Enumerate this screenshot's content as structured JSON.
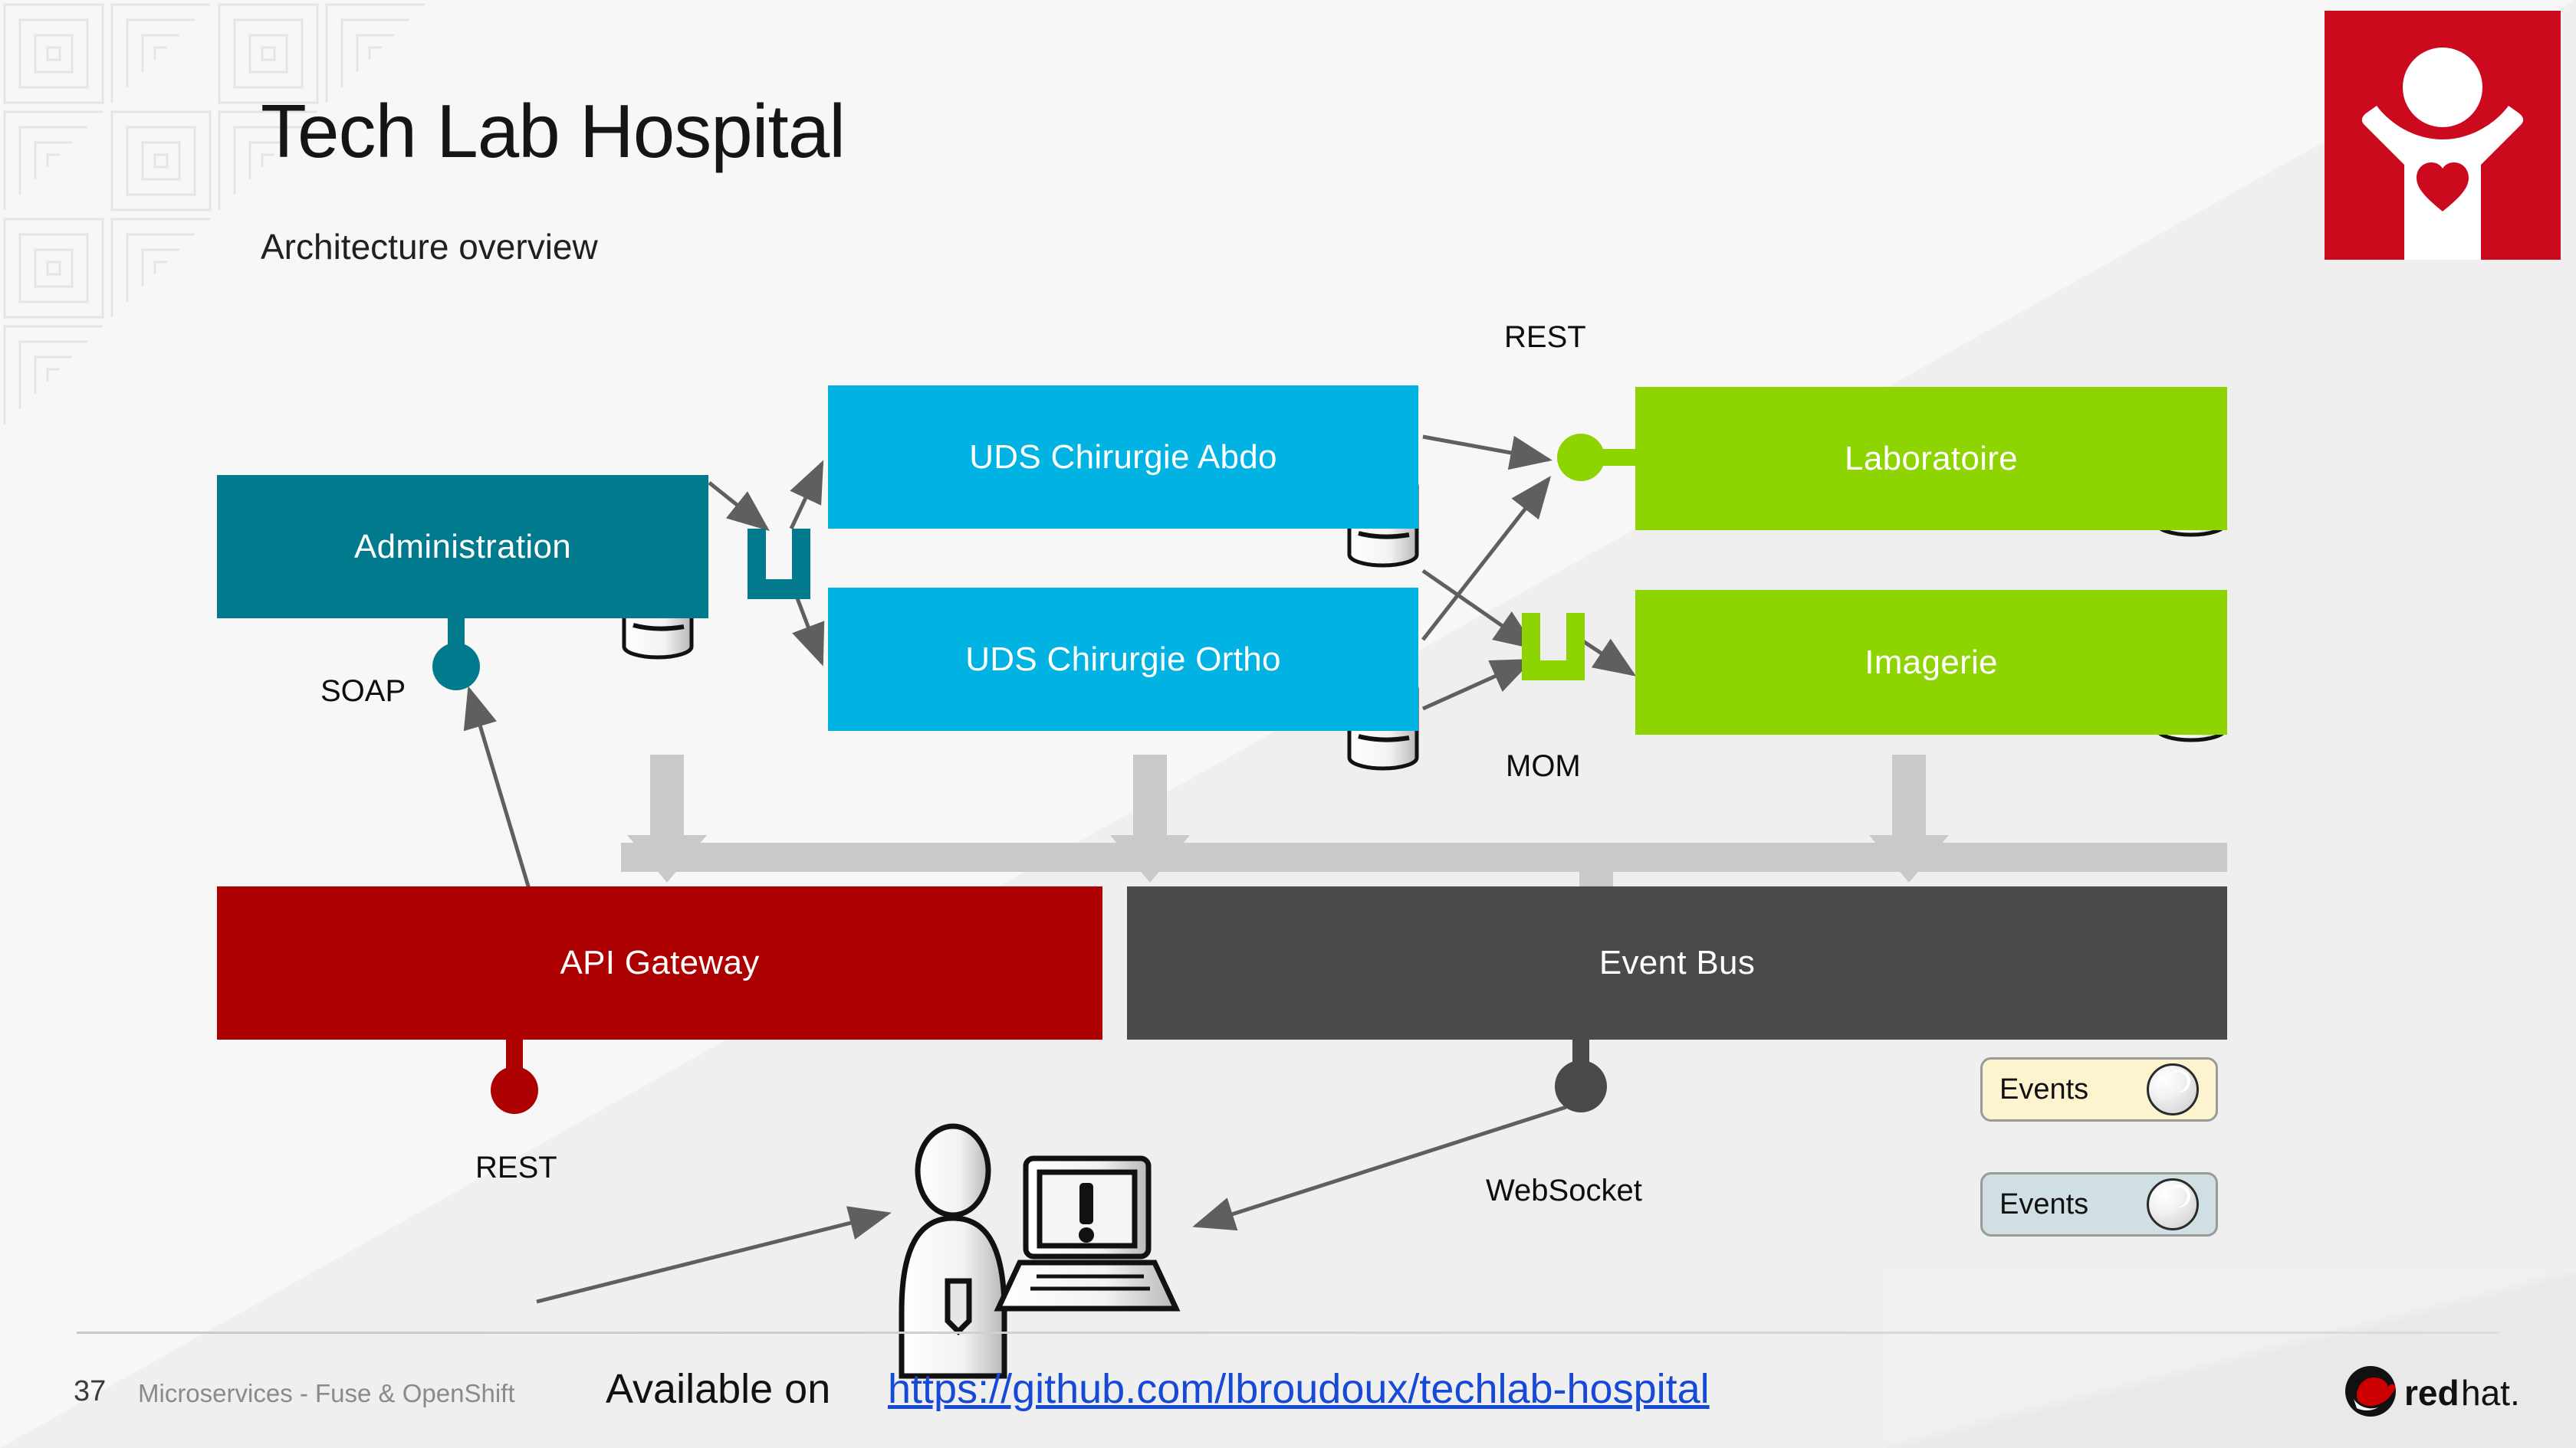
{
  "slide": {
    "title": "Tech Lab Hospital",
    "subtitle": "Architecture overview",
    "background_color": "#f0f0f0"
  },
  "brand": {
    "hospital_logo_color": "#cc0a1e",
    "hospital_logo_name": "hospital-child-heart-logo",
    "redhat_word_bold": "red",
    "redhat_word_light": "hat."
  },
  "diagram": {
    "nodes": [
      {
        "id": "administration",
        "label": "Administration",
        "color": "#007a8c",
        "has_database": true
      },
      {
        "id": "uds-chirurgie-abdo",
        "label": "UDS Chirurgie Abdo",
        "color": "#00b3e3",
        "has_database": true
      },
      {
        "id": "uds-chirurgie-ortho",
        "label": "UDS Chirurgie Ortho",
        "color": "#00b3e3",
        "has_database": true
      },
      {
        "id": "laboratoire",
        "label": "Laboratoire",
        "color": "#8dd400",
        "has_database": true
      },
      {
        "id": "imagerie",
        "label": "Imagerie",
        "color": "#8dd400",
        "has_database": true
      },
      {
        "id": "api-gateway",
        "label": "API Gateway",
        "color": "#ad0000",
        "has_database": false
      },
      {
        "id": "event-bus",
        "label": "Event Bus",
        "color": "#4a4a4a",
        "has_database": false
      }
    ],
    "interface_labels": {
      "soap": "SOAP",
      "rest_top": "REST",
      "mom": "MOM",
      "rest_bottom": "REST",
      "websocket": "WebSocket"
    },
    "actor": "user-with-laptop",
    "bus_bar_color": "#c9c9c9"
  },
  "legend": {
    "items": [
      {
        "label": "Events",
        "background": "#fdf3cf",
        "icon": "sphere-icon"
      },
      {
        "label": "Events",
        "background": "#cfdfe4",
        "icon": "sphere-icon"
      }
    ]
  },
  "footer": {
    "page_number": "37",
    "deck_name": "Microservices - Fuse & OpenShift",
    "available_prefix": "Available on",
    "repo_url": "https://github.com/lbroudoux/techlab-hospital",
    "link_color": "#1549d6"
  }
}
